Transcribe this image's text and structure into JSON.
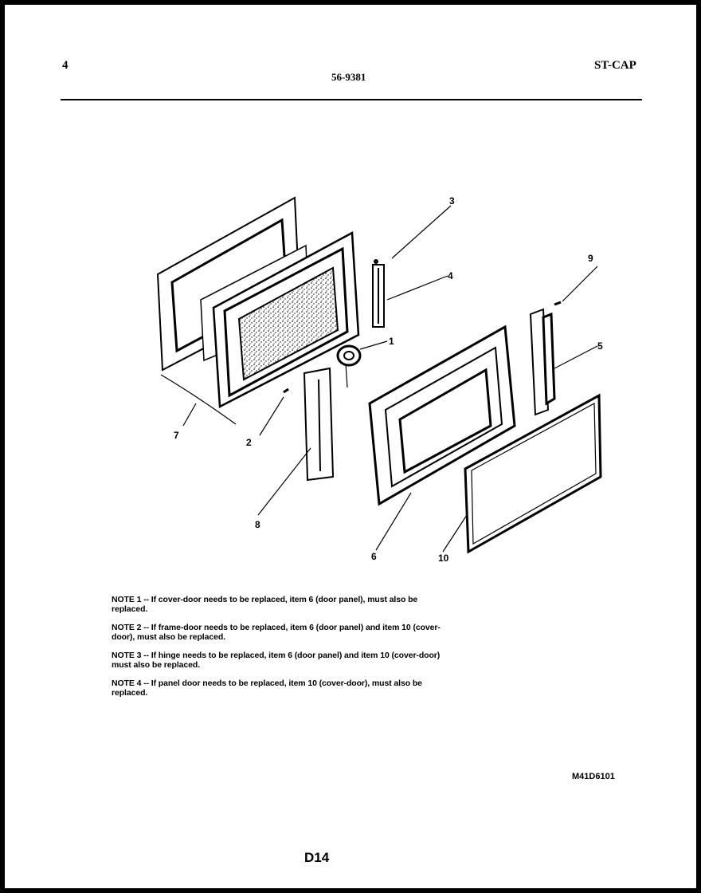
{
  "header": {
    "page_number": "4",
    "document_code": "56-9381",
    "model_code": "ST-CAP"
  },
  "callouts": [
    "1",
    "2",
    "3",
    "4",
    "5",
    "6",
    "7",
    "8",
    "9",
    "10"
  ],
  "notes": [
    "NOTE 1 -- If cover-door needs to be replaced, item 6 (door panel), must also be replaced.",
    "NOTE 2 -- If frame-door needs to be replaced, item 6 (door panel) and item 10 (cover-door), must also be replaced.",
    "NOTE 3 -- If hinge needs to be replaced, item 6 (door panel) and item 10 (cover-door) must also be replaced.",
    "NOTE 4 -- If panel door needs to be replaced, item 10 (cover-door), must also be replaced."
  ],
  "footer": {
    "drawing_id": "M41D6101",
    "page_code": "D14"
  },
  "colors": {
    "ink": "#000000",
    "paper": "#ffffff"
  }
}
